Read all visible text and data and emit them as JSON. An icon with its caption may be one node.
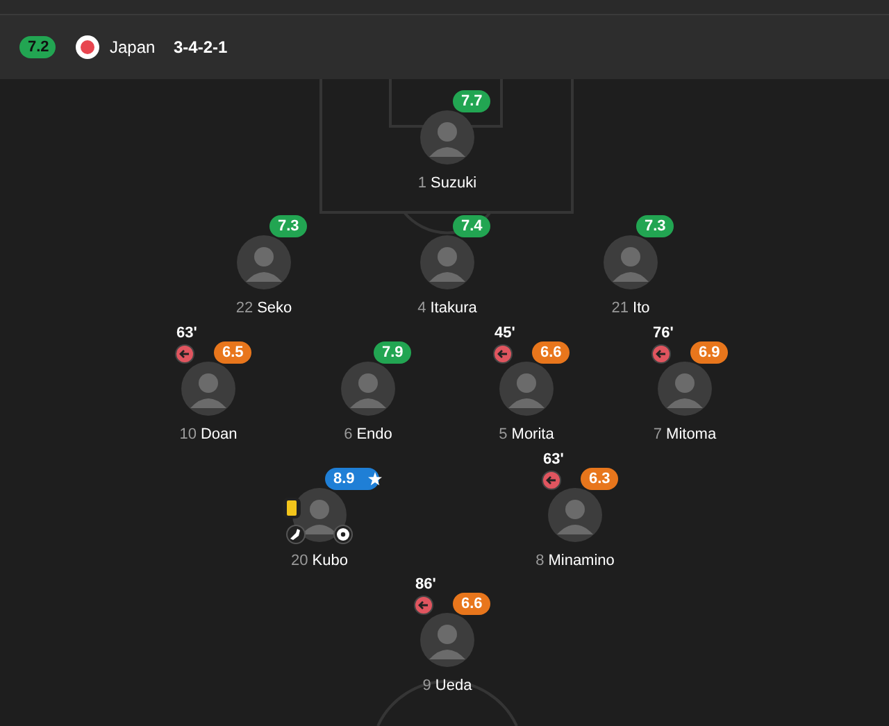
{
  "diagram": {
    "labels": [
      "7.2",
      "Japan",
      "3-4-2-1",
      "7.7",
      "1",
      "Suzuki",
      "7.3",
      "22",
      "Seko",
      "7.4",
      "4",
      "Itakura",
      "7.3",
      "21",
      "Ito",
      "63'",
      "6.5",
      "10",
      "Doan",
      "7.9",
      "6",
      "Endo",
      "45'",
      "6.6",
      "5",
      "Morita",
      "76'",
      "6.9",
      "7",
      "Mitoma",
      "8.9",
      "20",
      "Kubo",
      "63'",
      "6.3",
      "8",
      "Minamino",
      "86'",
      "6.6",
      "9",
      "Ueda"
    ]
  }
}
